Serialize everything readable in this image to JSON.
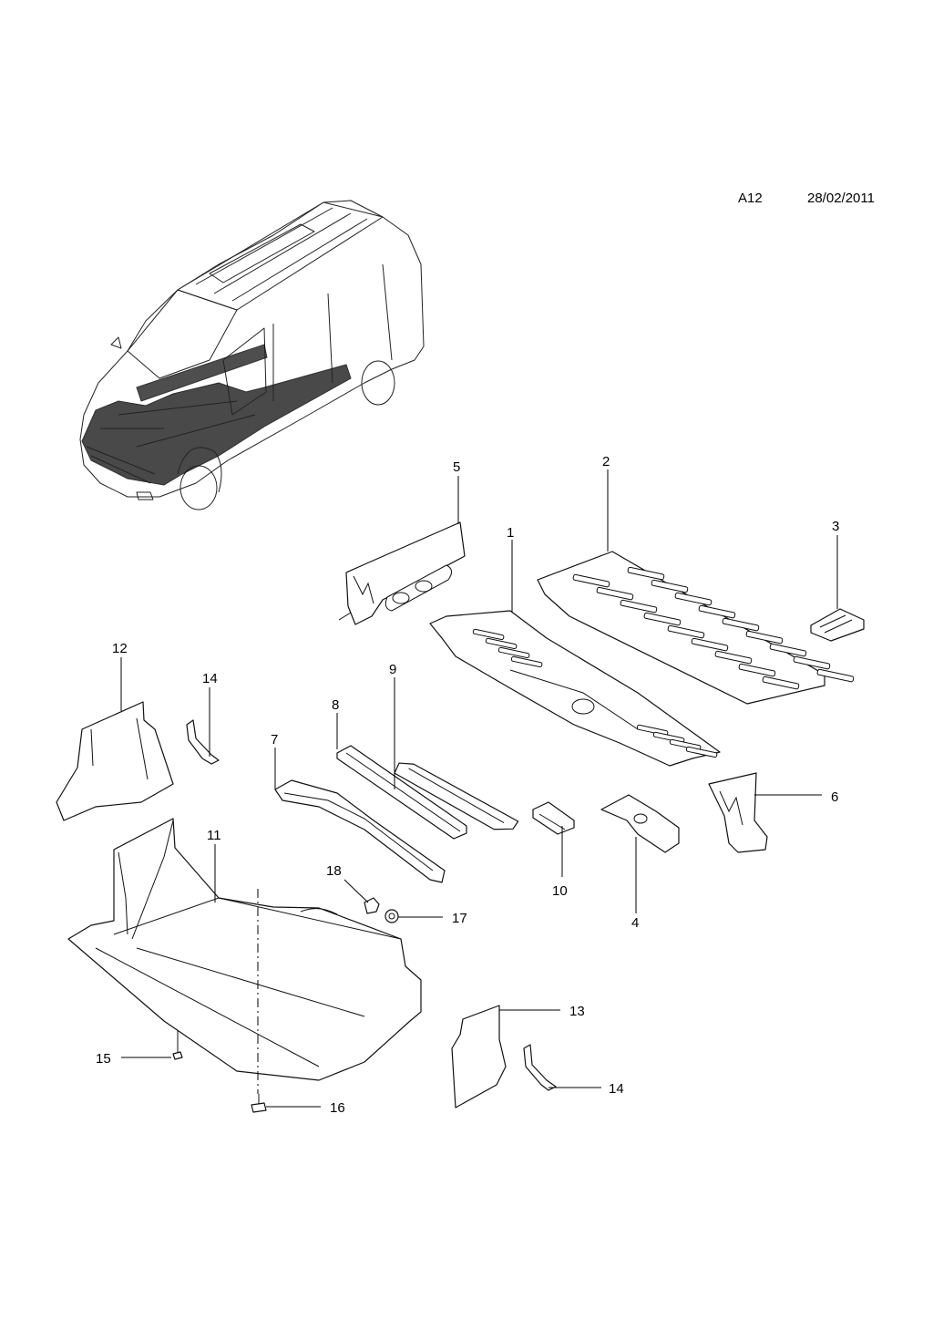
{
  "header": {
    "code": "A12",
    "date": "28/02/2011"
  },
  "callouts": {
    "c1": "1",
    "c2": "2",
    "c3": "3",
    "c4": "4",
    "c5": "5",
    "c6": "6",
    "c7": "7",
    "c8": "8",
    "c9": "9",
    "c10": "10",
    "c11": "11",
    "c12": "12",
    "c13": "13",
    "c14a": "14",
    "c14b": "14",
    "c15": "15",
    "c16": "16",
    "c17": "17",
    "c18": "18"
  }
}
